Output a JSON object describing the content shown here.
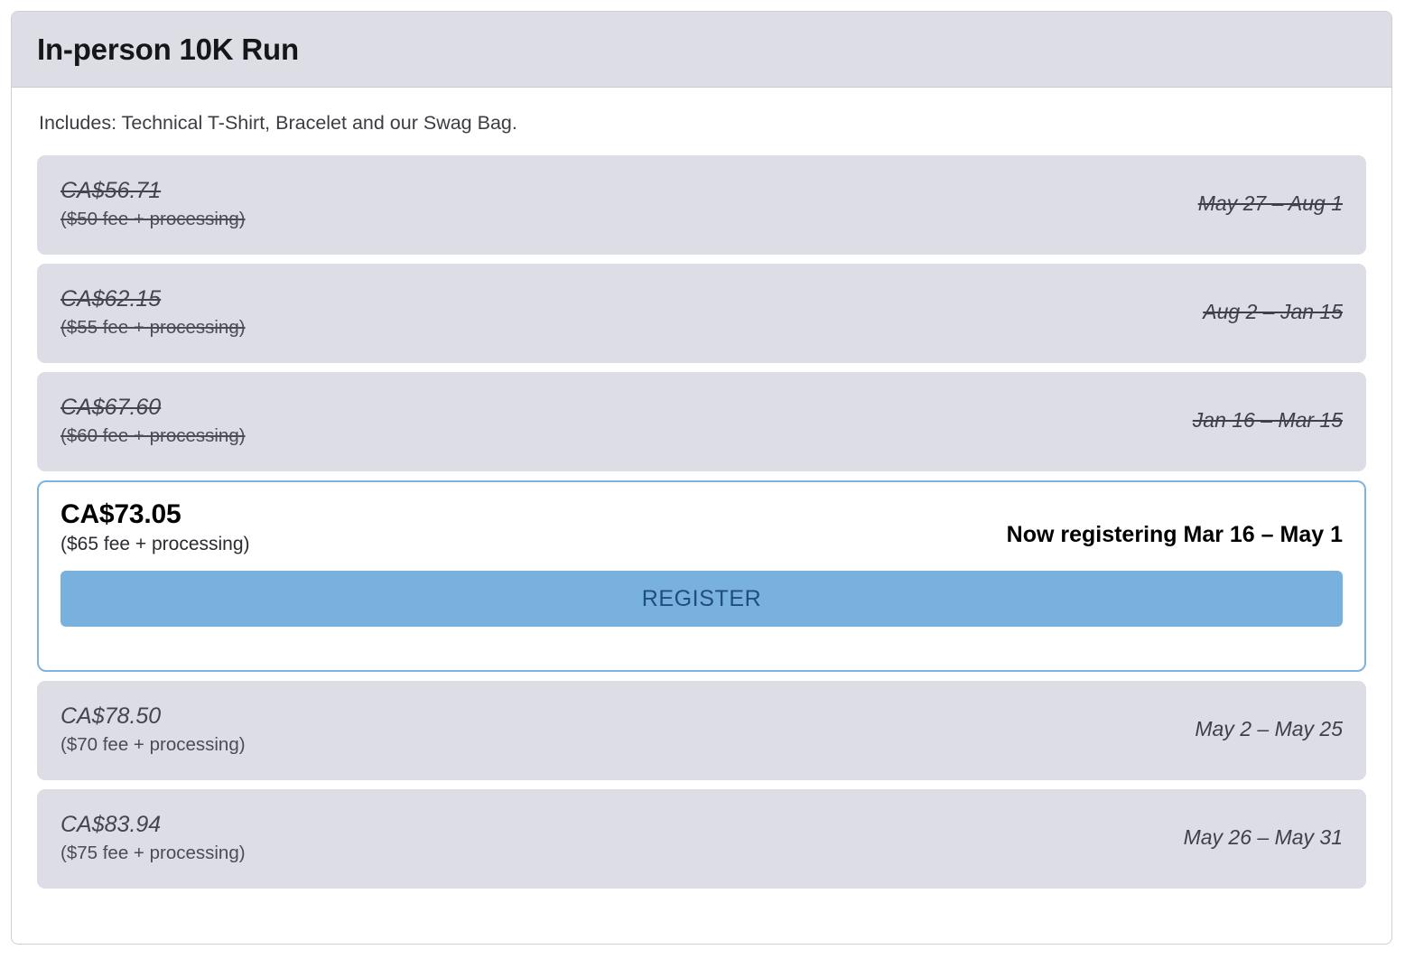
{
  "card": {
    "title": "In-person 10K Run",
    "includes": "Includes: Technical T-Shirt, Bracelet and our Swag Bag.",
    "register_label": "REGISTER",
    "colors": {
      "row_background": "#dcdde5",
      "header_background": "#dcdde5",
      "active_border": "#7cb3e0",
      "button_background": "#79b1de",
      "button_text": "#1f4e79"
    }
  },
  "tiers": [
    {
      "price": "CA$56.71",
      "fee": "($50 fee + processing)",
      "dates": "May 27 – Aug 1",
      "state": "past"
    },
    {
      "price": "CA$62.15",
      "fee": "($55 fee + processing)",
      "dates": "Aug 2 – Jan 15",
      "state": "past"
    },
    {
      "price": "CA$67.60",
      "fee": "($60 fee + processing)",
      "dates": "Jan 16 – Mar 15",
      "state": "past"
    },
    {
      "price": "CA$73.05",
      "fee": "($65 fee + processing)",
      "dates": "Now registering Mar 16 – May 1",
      "state": "active"
    },
    {
      "price": "CA$78.50",
      "fee": "($70 fee + processing)",
      "dates": "May 2 – May 25",
      "state": "future"
    },
    {
      "price": "CA$83.94",
      "fee": "($75 fee + processing)",
      "dates": "May 26 – May 31",
      "state": "future"
    }
  ]
}
